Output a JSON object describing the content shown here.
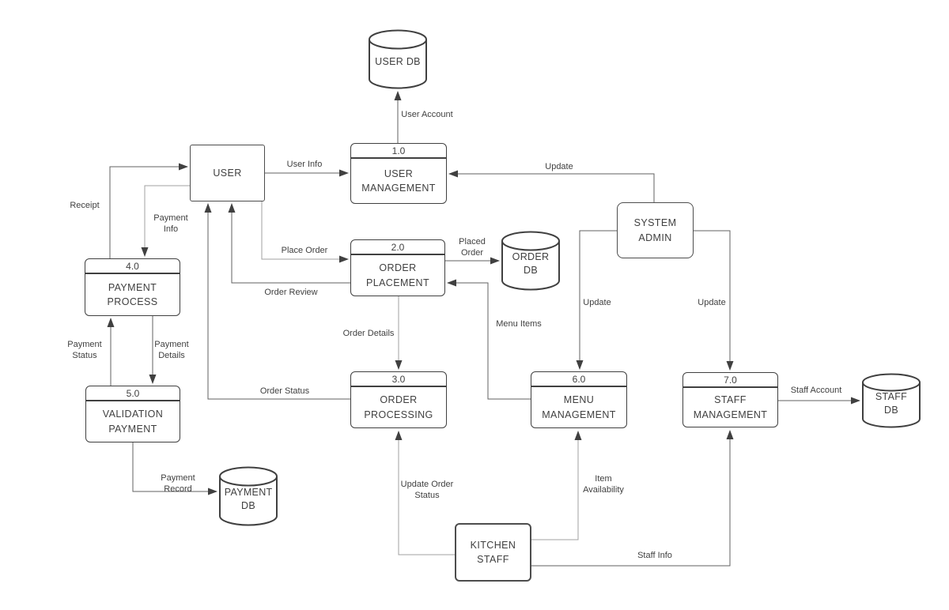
{
  "colors": {
    "background": "#ffffff",
    "node_border": "#404040",
    "line": "#616161",
    "line_light": "#a0a0a0",
    "text": "#3f3f3f",
    "arrowhead": "#404040"
  },
  "diagram": {
    "entities": [
      {
        "id": "user",
        "label": "USER"
      },
      {
        "id": "system-admin",
        "label": "SYSTEM ADMIN"
      },
      {
        "id": "kitchen-staff",
        "label": "KITCHEN STAFF"
      }
    ],
    "processes": [
      {
        "id": "user-management",
        "number": "1.0",
        "label": "USER MANAGEMENT"
      },
      {
        "id": "order-placement",
        "number": "2.0",
        "label": "ORDER PLACEMENT"
      },
      {
        "id": "order-processing",
        "number": "3.0",
        "label": "ORDER PROCESSING"
      },
      {
        "id": "payment-process",
        "number": "4.0",
        "label": "PAYMENT PROCESS"
      },
      {
        "id": "validation-payment",
        "number": "5.0",
        "label": "VALIDATION PAYMENT"
      },
      {
        "id": "menu-management",
        "number": "6.0",
        "label": "MENU MANAGEMENT"
      },
      {
        "id": "staff-management",
        "number": "7.0",
        "label": "STAFF MANAGEMENT"
      }
    ],
    "datastores": [
      {
        "id": "user-db",
        "label": "USER DB"
      },
      {
        "id": "order-db",
        "label": "ORDER DB"
      },
      {
        "id": "payment-db",
        "label": "PAYMENT DB"
      },
      {
        "id": "staff-db",
        "label": "STAFF DB"
      }
    ],
    "flows": [
      {
        "id": "user-account",
        "label": "User Account",
        "from": "user-management",
        "to": "user-db"
      },
      {
        "id": "user-info",
        "label": "User Info",
        "from": "user",
        "to": "user-management"
      },
      {
        "id": "update-user-mgmt",
        "label": "Update",
        "from": "system-admin",
        "to": "user-management"
      },
      {
        "id": "payment-info",
        "label": "Payment Info",
        "from": "user",
        "to": "payment-process"
      },
      {
        "id": "receipt",
        "label": "Receipt",
        "from": "payment-process",
        "to": "user"
      },
      {
        "id": "place-order",
        "label": "Place Order",
        "from": "user",
        "to": "order-placement"
      },
      {
        "id": "order-review",
        "label": "Order Review",
        "from": "order-placement",
        "to": "user"
      },
      {
        "id": "placed-order",
        "label": "Placed Order",
        "from": "order-placement",
        "to": "order-db"
      },
      {
        "id": "menu-items",
        "label": "Menu Items",
        "from": "menu-management",
        "to": "order-placement"
      },
      {
        "id": "order-details",
        "label": "Order Details",
        "from": "order-placement",
        "to": "order-processing"
      },
      {
        "id": "order-status",
        "label": "Order Status",
        "from": "order-processing",
        "to": "user"
      },
      {
        "id": "payment-status",
        "label": "Payment Status",
        "from": "validation-payment",
        "to": "payment-process"
      },
      {
        "id": "payment-details",
        "label": "Payment Details",
        "from": "payment-process",
        "to": "validation-payment"
      },
      {
        "id": "payment-record",
        "label": "Payment Record",
        "from": "validation-payment",
        "to": "payment-db"
      },
      {
        "id": "update-menu-mgmt",
        "label": "Update",
        "from": "system-admin",
        "to": "menu-management"
      },
      {
        "id": "update-staff-mgmt",
        "label": "Update",
        "from": "system-admin",
        "to": "staff-management"
      },
      {
        "id": "staff-account",
        "label": "Staff Account",
        "from": "staff-management",
        "to": "staff-db"
      },
      {
        "id": "update-order-status",
        "label": "Update Order Status",
        "from": "kitchen-staff",
        "to": "order-processing"
      },
      {
        "id": "item-availability",
        "label": "Item Availability",
        "from": "kitchen-staff",
        "to": "menu-management"
      },
      {
        "id": "staff-info",
        "label": "Staff Info",
        "from": "kitchen-staff",
        "to": "staff-management"
      }
    ]
  }
}
